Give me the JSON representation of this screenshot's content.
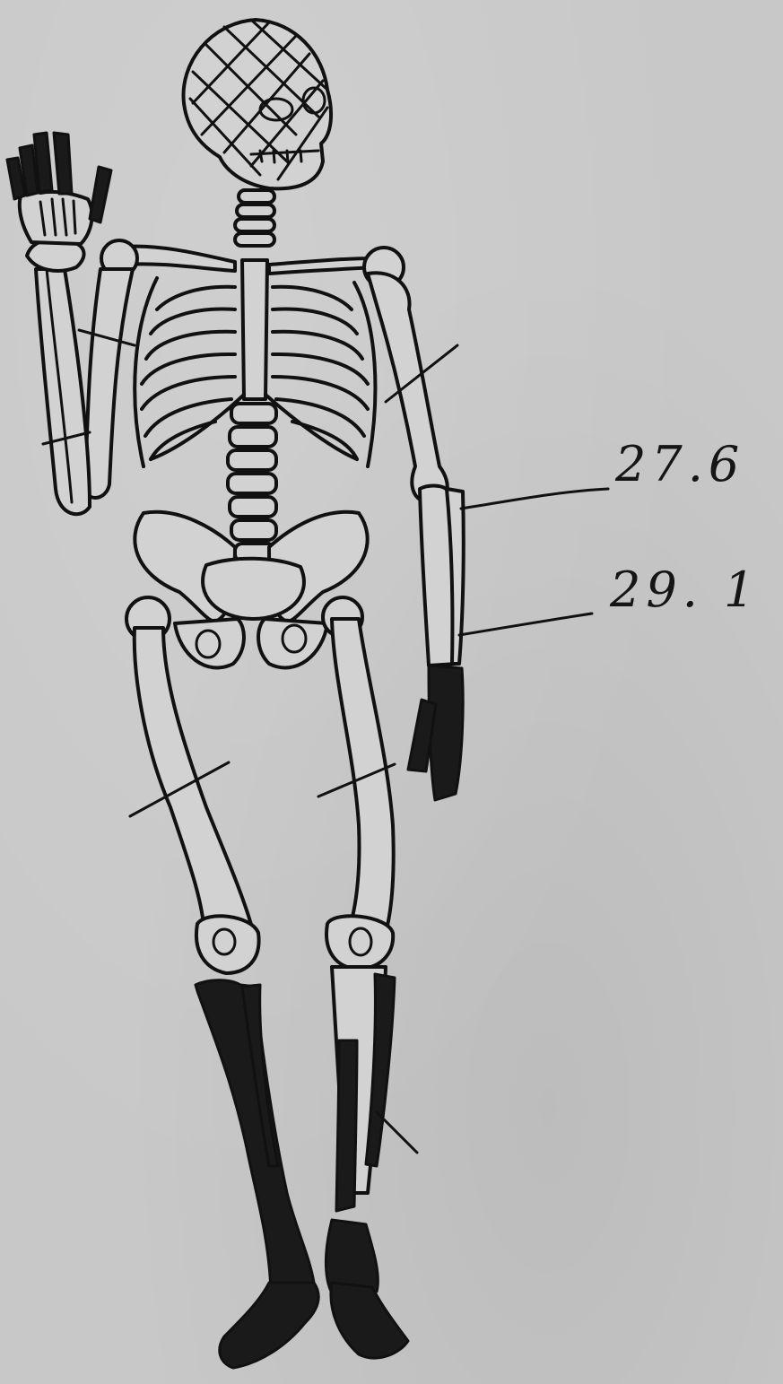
{
  "annotations": [
    {
      "id": "label-1",
      "text": "27.6"
    },
    {
      "id": "label-2",
      "text": "29. 1"
    }
  ],
  "colors": {
    "paper": "#c8c8c8",
    "ink": "#111111",
    "fracture_marker": "#1a1a1a"
  },
  "icons": [
    "skeleton-diagram",
    "skull-hatching-icon",
    "fracture-marker-icon"
  ]
}
